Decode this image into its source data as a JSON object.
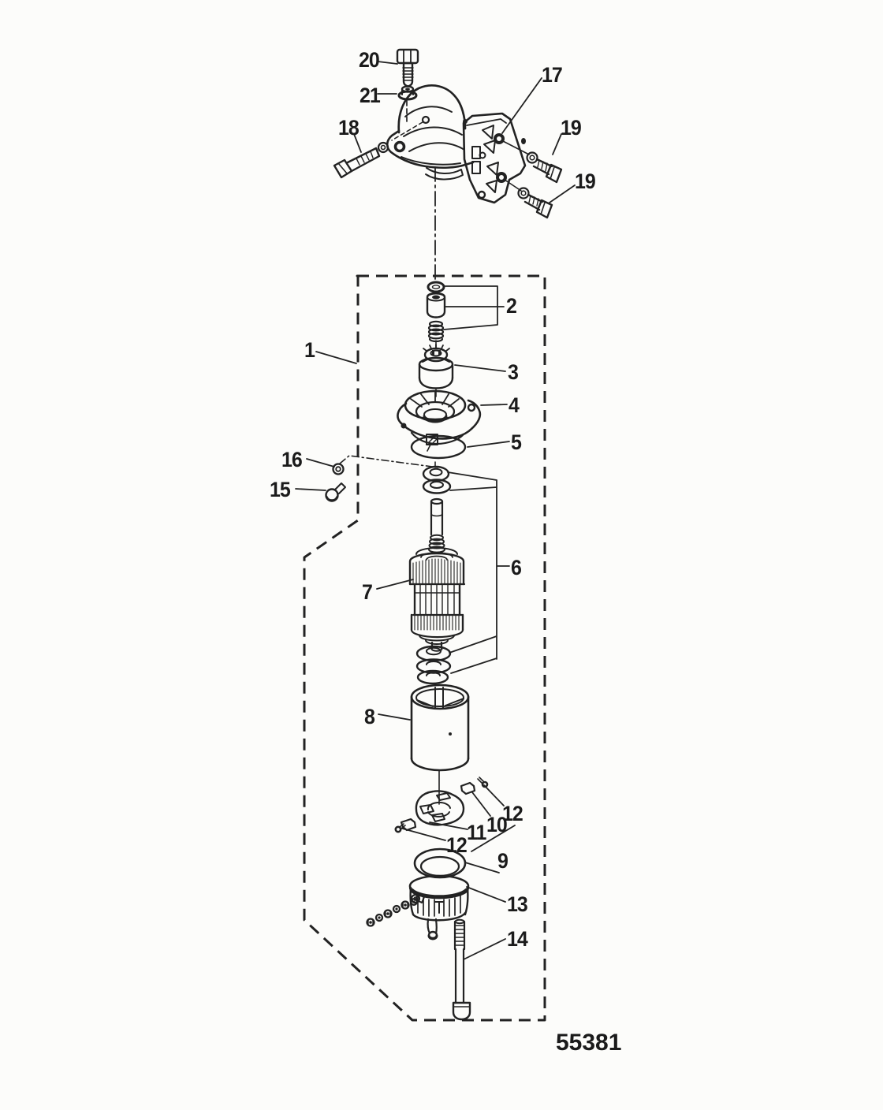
{
  "page": {
    "kind": "exploded-parts-diagram",
    "drawing_number": "55381",
    "ink_color": "#222222",
    "background_color": "#fcfcfa"
  },
  "callouts": [
    {
      "part": "20"
    },
    {
      "part": "21"
    },
    {
      "part": "18"
    },
    {
      "part": "17"
    },
    {
      "part": "19"
    },
    {
      "part": "19"
    },
    {
      "part": "1"
    },
    {
      "part": "2"
    },
    {
      "part": "3"
    },
    {
      "part": "4"
    },
    {
      "part": "5"
    },
    {
      "part": "16"
    },
    {
      "part": "15"
    },
    {
      "part": "6"
    },
    {
      "part": "7"
    },
    {
      "part": "8"
    },
    {
      "part": "12"
    },
    {
      "part": "10"
    },
    {
      "part": "11"
    },
    {
      "part": "12"
    },
    {
      "part": "9"
    },
    {
      "part": "13"
    },
    {
      "part": "14"
    }
  ]
}
